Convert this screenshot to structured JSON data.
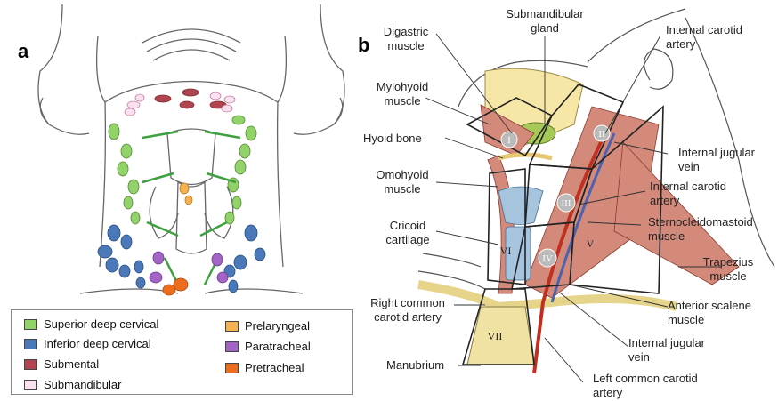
{
  "panel_a": {
    "letter": "a",
    "legend": [
      {
        "label": "Superior deep cervical",
        "color": "#93d26b"
      },
      {
        "label": "Inferior deep cervical",
        "color": "#4a78b8"
      },
      {
        "label": "Submental",
        "color": "#b0454f"
      },
      {
        "label": "Submandibular",
        "color": "#f9e1ef"
      },
      {
        "label": "Prelaryngeal",
        "color": "#f5b24e"
      },
      {
        "label": "Paratracheal",
        "color": "#a463c6"
      },
      {
        "label": "Pretracheal",
        "color": "#ec6e1c"
      }
    ]
  },
  "panel_b": {
    "letter": "b",
    "labels": {
      "submandibular_gland_1": "Submandibular",
      "submandibular_gland_2": "gland",
      "digastric_1": "Digastric",
      "digastric_2": "muscle",
      "ica_top_1": "Internal carotid",
      "ica_top_2": "artery",
      "mylohyoid_1": "Mylohyoid",
      "mylohyoid_2": "muscle",
      "hyoid": "Hyoid bone",
      "ijv_top_1": "Internal jugular",
      "ijv_top_2": "vein",
      "omohyoid_1": "Omohyoid",
      "omohyoid_2": "muscle",
      "ica_mid_1": "Internal carotid",
      "ica_mid_2": "artery",
      "scm_1": "Sternocleidomastoid",
      "scm_2": "muscle",
      "cricoid_1": "Cricoid",
      "cricoid_2": "cartilage",
      "trapezius_1": "Trapezius",
      "trapezius_2": "muscle",
      "rcca_1": "Right common",
      "rcca_2": "carotid artery",
      "asm_1": "Anterior scalene",
      "asm_2": "muscle",
      "ijv_bot_1": "Internal jugular",
      "ijv_bot_2": "vein",
      "manubrium": "Manubrium",
      "lcca_1": "Left common carotid",
      "lcca_2": "artery"
    },
    "levels": {
      "I": "I",
      "II": "II",
      "III": "III",
      "IV": "IV",
      "V": "V",
      "VI": "VI",
      "VII": "VII"
    }
  }
}
